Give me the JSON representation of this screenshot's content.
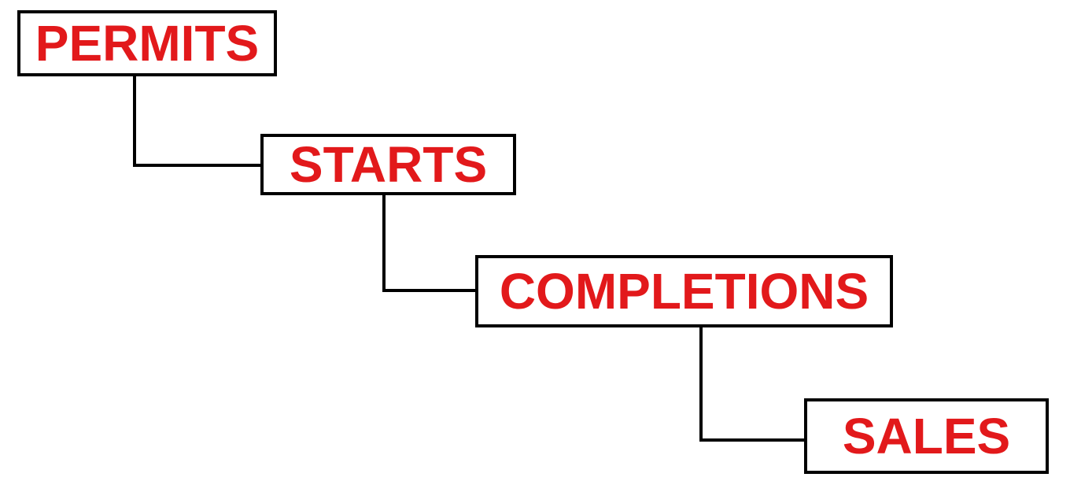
{
  "diagram": {
    "type": "flow-diagram",
    "colors": {
      "background": "#ffffff",
      "node_border": "#000000",
      "node_fill": "#ffffff",
      "node_text": "#e2191b",
      "connector": "#000000"
    },
    "nodes": [
      {
        "id": "permits",
        "label": "PERMITS"
      },
      {
        "id": "starts",
        "label": "STARTS"
      },
      {
        "id": "completions",
        "label": "COMPLETIONS"
      },
      {
        "id": "sales",
        "label": "SALES"
      }
    ],
    "edges": [
      {
        "from": "PERMITS",
        "to": "STARTS",
        "style": "elbow"
      },
      {
        "from": "STARTS",
        "to": "COMPLETIONS",
        "style": "elbow"
      },
      {
        "from": "COMPLETIONS",
        "to": "SALES",
        "style": "elbow"
      }
    ]
  }
}
